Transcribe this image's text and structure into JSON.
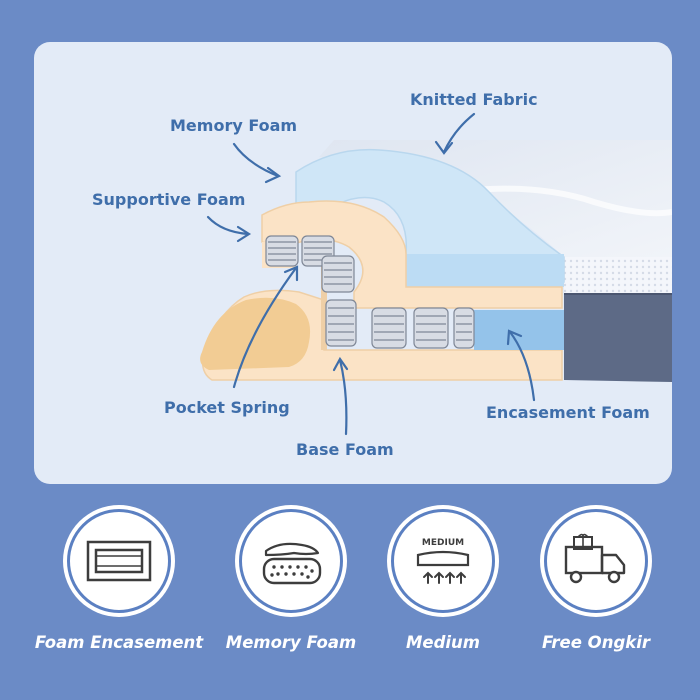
{
  "diagram": {
    "labels": {
      "knitted_fabric": "Knitted Fabric",
      "memory_foam": "Memory Foam",
      "supportive_foam": "Supportive Foam",
      "pocket_spring": "Pocket Spring",
      "base_foam": "Base Foam",
      "encasement_foam": "Encasement Foam"
    }
  },
  "features": [
    {
      "label": "Foam Encasement",
      "icon": "foam-encasement-icon"
    },
    {
      "label": "Memory Foam",
      "icon": "memory-foam-hand-icon"
    },
    {
      "label": "Medium",
      "icon": "medium-firmness-icon",
      "icon_text": "MEDIUM"
    },
    {
      "label": "Free Ongkir",
      "icon": "delivery-truck-icon"
    }
  ],
  "colors": {
    "background": "#6b8bc6",
    "panel": "#e3ebf7",
    "label_text": "#3f6eaa",
    "memory_foam": "#cfe6f7",
    "supportive_foam": "#fbe3c6",
    "base_foam": "#f2cc94",
    "encasement_foam": "#94c3ea",
    "fabric_side": "#5d6a86",
    "fabric_top": "#e9eef6"
  }
}
